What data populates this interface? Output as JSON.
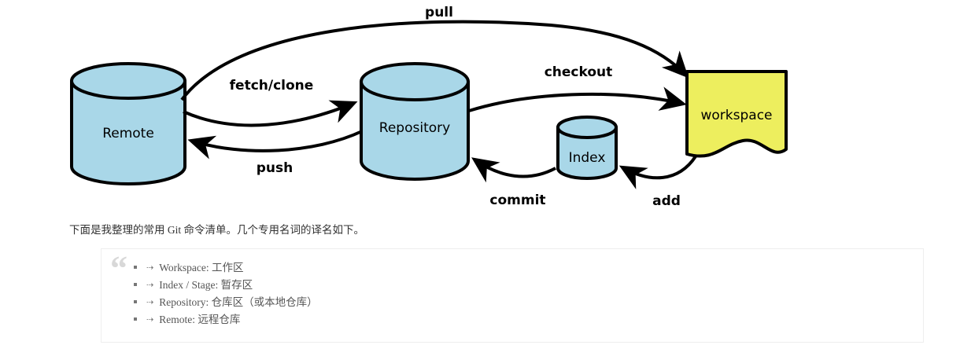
{
  "diagram": {
    "type": "git-workflow",
    "nodes": [
      {
        "id": "remote",
        "label": "Remote",
        "shape": "cylinder",
        "fill": "#a9d7e8"
      },
      {
        "id": "repository",
        "label": "Repository",
        "shape": "cylinder",
        "fill": "#a9d7e8"
      },
      {
        "id": "index",
        "label": "Index",
        "shape": "cylinder",
        "fill": "#a9d7e8"
      },
      {
        "id": "workspace",
        "label": "workspace",
        "shape": "note",
        "fill": "#edee5e"
      }
    ],
    "edges": [
      {
        "id": "pull",
        "label": "pull",
        "from": "remote",
        "to": "workspace"
      },
      {
        "id": "fetch-clone",
        "label": "fetch/clone",
        "from": "remote",
        "to": "repository"
      },
      {
        "id": "push",
        "label": "push",
        "from": "repository",
        "to": "remote"
      },
      {
        "id": "checkout",
        "label": "checkout",
        "from": "repository",
        "to": "workspace"
      },
      {
        "id": "commit",
        "label": "commit",
        "from": "index",
        "to": "repository"
      },
      {
        "id": "add",
        "label": "add",
        "from": "workspace",
        "to": "index"
      }
    ],
    "colors": {
      "cylinder_fill": "#a9d7e8",
      "workspace_fill": "#edee5e",
      "stroke": "#000000"
    }
  },
  "prose": {
    "intro": "下面是我整理的常用 Git 命令清单。几个专用名词的译名如下。"
  },
  "blockquote": {
    "quote_mark": "“",
    "items": [
      {
        "term": "Workspace:",
        "translation": "工作区"
      },
      {
        "term": "Index / Stage:",
        "translation": "暂存区"
      },
      {
        "term": "Repository:",
        "translation": "仓库区（或本地仓库）"
      },
      {
        "term": "Remote:",
        "translation": "远程仓库"
      }
    ],
    "item_texts": [
      "Workspace: 工作区",
      "Index / Stage: 暂存区",
      "Repository: 仓库区（或本地仓库）",
      "Remote: 远程仓库"
    ],
    "bullet_glyph": "⇢"
  }
}
